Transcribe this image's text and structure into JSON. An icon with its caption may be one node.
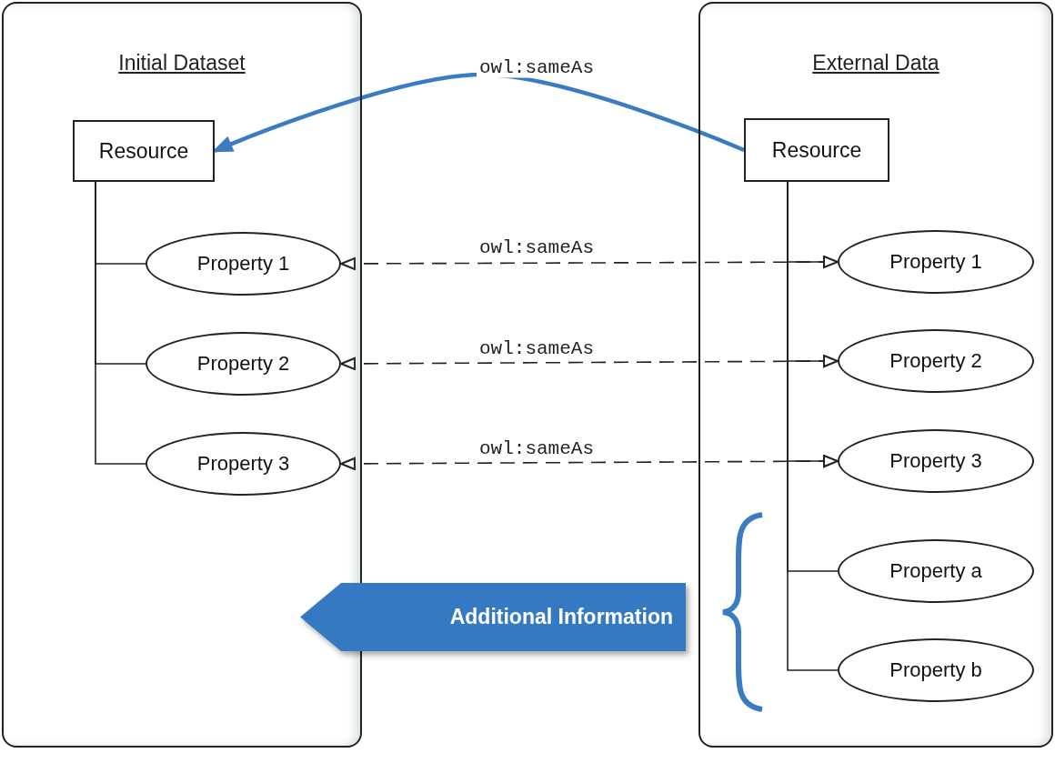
{
  "diagram": {
    "nodes": [
      {
        "text": [
          "Initial Dataset"
        ]
      },
      {
        "text": [
          "Resource"
        ],
        "in": 0
      },
      {
        "text": [
          "Property 1"
        ],
        "in": 0
      },
      {
        "text": [
          "Property 2"
        ],
        "in": 0
      },
      {
        "text": [
          "Property 3"
        ],
        "in": 0
      },
      {
        "text": [
          "External Data"
        ]
      },
      {
        "text": [
          "Resource"
        ],
        "in": 5
      },
      {
        "text": [
          "Property 1"
        ],
        "in": 5
      },
      {
        "text": [
          "Property 2"
        ],
        "in": 5
      },
      {
        "text": [
          "Property 3"
        ],
        "in": 5
      },
      {
        "text": [
          "Property a"
        ],
        "in": 5
      },
      {
        "text": [
          "Property b"
        ],
        "in": 5
      },
      {
        "text": [
          "Additional Information"
        ]
      }
    ],
    "edges": [
      {
        "from": 6,
        "to": 1,
        "arrow": "to",
        "label": "owl:sameAs",
        "style": "thick",
        "color": "#3a7cc4"
      },
      {
        "from": 1,
        "to": 2,
        "arrow": "none"
      },
      {
        "from": 1,
        "to": 3,
        "arrow": "none"
      },
      {
        "from": 1,
        "to": 4,
        "arrow": "none"
      },
      {
        "from": 6,
        "to": 7,
        "arrow": "none"
      },
      {
        "from": 6,
        "to": 8,
        "arrow": "none"
      },
      {
        "from": 6,
        "to": 9,
        "arrow": "none"
      },
      {
        "from": 6,
        "to": 10,
        "arrow": "none"
      },
      {
        "from": 6,
        "to": 11,
        "arrow": "none"
      },
      {
        "from": 2,
        "to": 7,
        "arrow": "both",
        "label": "owl:sameAs",
        "style": "dashed"
      },
      {
        "from": 3,
        "to": 8,
        "arrow": "both",
        "label": "owl:sameAs",
        "style": "dashed"
      },
      {
        "from": 4,
        "to": 9,
        "arrow": "both",
        "label": "owl:sameAs",
        "style": "dashed"
      }
    ]
  }
}
